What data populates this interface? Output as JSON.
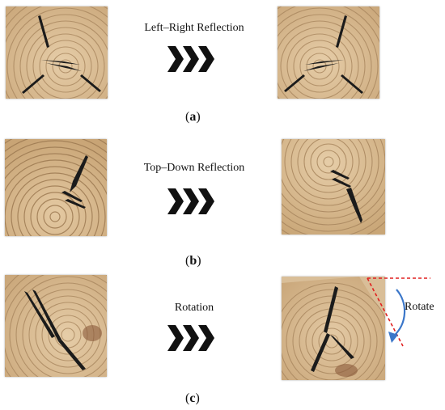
{
  "panels": [
    {
      "id": "a",
      "transform_label": "Left–Right Reflection",
      "caption_open": "(",
      "caption_letter": "a",
      "caption_close": ")"
    },
    {
      "id": "b",
      "transform_label": "Top–Down Reflection",
      "caption_open": "(",
      "caption_letter": "b",
      "caption_close": ")"
    },
    {
      "id": "c",
      "transform_label": "Rotation",
      "caption_open": "(",
      "caption_letter": "c",
      "caption_close": ")"
    }
  ],
  "rotate_annotation": "Rotate",
  "colors": {
    "wood": "#dcc09a",
    "ring": "#a9875f",
    "crack": "#1b1b1b",
    "arrow": "#111111",
    "rotate_arrow": "#3a76c9",
    "dashed_line": "#e02020"
  },
  "icons": [
    "chevron-arrow-icon",
    "curved-arrow-icon"
  ]
}
